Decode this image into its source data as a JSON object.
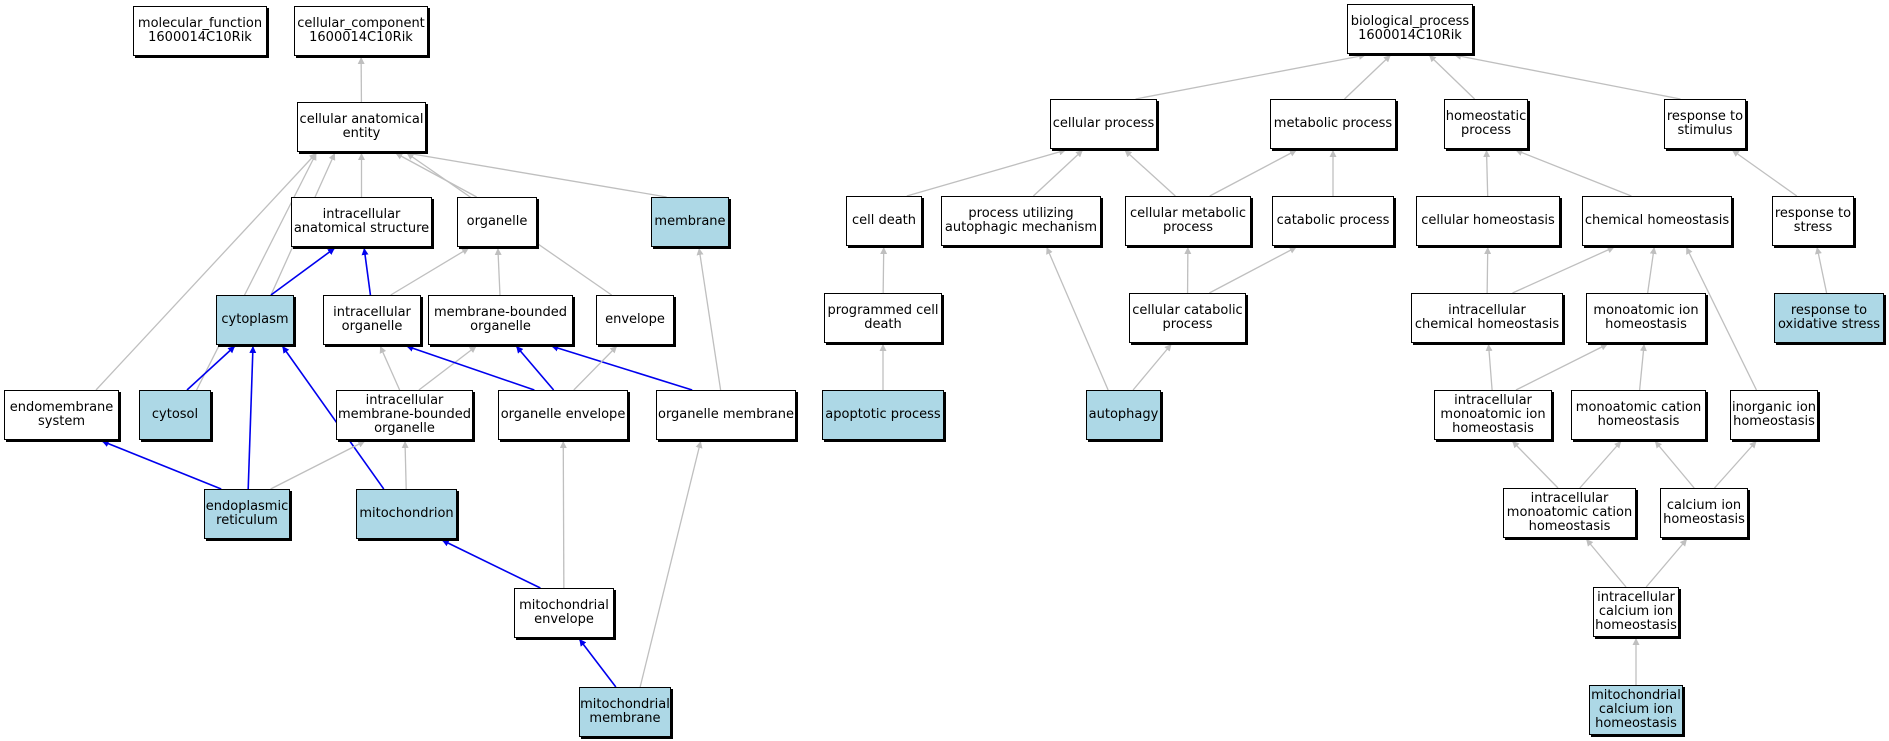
{
  "colors": {
    "highlight": "#add8e6",
    "relation": "#0000ee",
    "isa": "#bfbfbf"
  },
  "nodes": [
    {
      "id": "molecular_function",
      "lines": [
        "molecular_function",
        "1600014C10Rik"
      ],
      "hl": false
    },
    {
      "id": "cellular_component",
      "lines": [
        "cellular_component",
        "1600014C10Rik"
      ],
      "hl": false
    },
    {
      "id": "cellular_anatomical_entity",
      "lines": [
        "cellular anatomical",
        "entity"
      ],
      "hl": false
    },
    {
      "id": "intracellular_anatomical_structure",
      "lines": [
        "intracellular",
        "anatomical structure"
      ],
      "hl": false
    },
    {
      "id": "organelle",
      "lines": [
        "organelle"
      ],
      "hl": false
    },
    {
      "id": "membrane",
      "lines": [
        "membrane"
      ],
      "hl": true
    },
    {
      "id": "cytoplasm",
      "lines": [
        "cytoplasm"
      ],
      "hl": true
    },
    {
      "id": "intracellular_organelle",
      "lines": [
        "intracellular",
        "organelle"
      ],
      "hl": false
    },
    {
      "id": "membrane_bounded_organelle",
      "lines": [
        "membrane-bounded",
        "organelle"
      ],
      "hl": false
    },
    {
      "id": "envelope",
      "lines": [
        "envelope"
      ],
      "hl": false
    },
    {
      "id": "endomembrane_system",
      "lines": [
        "endomembrane",
        "system"
      ],
      "hl": false
    },
    {
      "id": "cytosol",
      "lines": [
        "cytosol"
      ],
      "hl": true
    },
    {
      "id": "intracellular_mb_organelle",
      "lines": [
        "intracellular",
        "membrane-bounded",
        "organelle"
      ],
      "hl": false
    },
    {
      "id": "organelle_envelope",
      "lines": [
        "organelle envelope"
      ],
      "hl": false
    },
    {
      "id": "organelle_membrane",
      "lines": [
        "organelle membrane"
      ],
      "hl": false
    },
    {
      "id": "endoplasmic_reticulum",
      "lines": [
        "endoplasmic",
        "reticulum"
      ],
      "hl": true
    },
    {
      "id": "mitochondrion",
      "lines": [
        "mitochondrion"
      ],
      "hl": true
    },
    {
      "id": "mitochondrial_envelope",
      "lines": [
        "mitochondrial",
        "envelope"
      ],
      "hl": false
    },
    {
      "id": "mitochondrial_membrane",
      "lines": [
        "mitochondrial",
        "membrane"
      ],
      "hl": true
    },
    {
      "id": "biological_process",
      "lines": [
        "biological_process",
        "1600014C10Rik"
      ],
      "hl": false
    },
    {
      "id": "cellular_process",
      "lines": [
        "cellular process"
      ],
      "hl": false
    },
    {
      "id": "metabolic_process",
      "lines": [
        "metabolic process"
      ],
      "hl": false
    },
    {
      "id": "homeostatic_process",
      "lines": [
        "homeostatic",
        "process"
      ],
      "hl": false
    },
    {
      "id": "response_to_stimulus",
      "lines": [
        "response to",
        "stimulus"
      ],
      "hl": false
    },
    {
      "id": "cell_death",
      "lines": [
        "cell death"
      ],
      "hl": false
    },
    {
      "id": "process_utilizing_autophagic",
      "lines": [
        "process utilizing",
        "autophagic mechanism"
      ],
      "hl": false
    },
    {
      "id": "cellular_metabolic_process",
      "lines": [
        "cellular metabolic",
        "process"
      ],
      "hl": false
    },
    {
      "id": "catabolic_process",
      "lines": [
        "catabolic process"
      ],
      "hl": false
    },
    {
      "id": "cellular_homeostasis",
      "lines": [
        "cellular homeostasis"
      ],
      "hl": false
    },
    {
      "id": "chemical_homeostasis",
      "lines": [
        "chemical homeostasis"
      ],
      "hl": false
    },
    {
      "id": "response_to_stress",
      "lines": [
        "response to",
        "stress"
      ],
      "hl": false
    },
    {
      "id": "programmed_cell_death",
      "lines": [
        "programmed cell",
        "death"
      ],
      "hl": false
    },
    {
      "id": "cellular_catabolic_process",
      "lines": [
        "cellular catabolic",
        "process"
      ],
      "hl": false
    },
    {
      "id": "intracellular_chemical_homeostasis",
      "lines": [
        "intracellular",
        "chemical homeostasis"
      ],
      "hl": false
    },
    {
      "id": "monoatomic_ion_homeostasis",
      "lines": [
        "monoatomic ion",
        "homeostasis"
      ],
      "hl": false
    },
    {
      "id": "response_to_oxidative_stress",
      "lines": [
        "response to",
        "oxidative stress"
      ],
      "hl": true
    },
    {
      "id": "apoptotic_process",
      "lines": [
        "apoptotic process"
      ],
      "hl": true
    },
    {
      "id": "autophagy",
      "lines": [
        "autophagy"
      ],
      "hl": true
    },
    {
      "id": "intracellular_monoatomic_ion_homeostasis",
      "lines": [
        "intracellular",
        "monoatomic ion",
        "homeostasis"
      ],
      "hl": false
    },
    {
      "id": "monoatomic_cation_homeostasis",
      "lines": [
        "monoatomic cation",
        "homeostasis"
      ],
      "hl": false
    },
    {
      "id": "inorganic_ion_homeostasis",
      "lines": [
        "inorganic ion",
        "homeostasis"
      ],
      "hl": false
    },
    {
      "id": "intracellular_monoatomic_cation_homeostasis",
      "lines": [
        "intracellular",
        "monoatomic cation",
        "homeostasis"
      ],
      "hl": false
    },
    {
      "id": "calcium_ion_homeostasis",
      "lines": [
        "calcium ion",
        "homeostasis"
      ],
      "hl": false
    },
    {
      "id": "intracellular_calcium_ion_homeostasis",
      "lines": [
        "intracellular",
        "calcium ion",
        "homeostasis"
      ],
      "hl": false
    },
    {
      "id": "mitochondrial_calcium_ion_homeostasis",
      "lines": [
        "mitochondrial",
        "calcium ion",
        "homeostasis"
      ],
      "hl": true
    }
  ],
  "edges": [
    {
      "from": "cellular_anatomical_entity",
      "to": "cellular_component",
      "type": "isa"
    },
    {
      "from": "intracellular_anatomical_structure",
      "to": "cellular_anatomical_entity",
      "type": "isa"
    },
    {
      "from": "organelle",
      "to": "cellular_anatomical_entity",
      "type": "isa"
    },
    {
      "from": "membrane",
      "to": "cellular_anatomical_entity",
      "type": "isa"
    },
    {
      "from": "cytoplasm",
      "to": "cellular_anatomical_entity",
      "type": "isa"
    },
    {
      "from": "envelope",
      "to": "cellular_anatomical_entity",
      "type": "isa"
    },
    {
      "from": "endomembrane_system",
      "to": "cellular_anatomical_entity",
      "type": "isa"
    },
    {
      "from": "cytosol",
      "to": "cellular_anatomical_entity",
      "type": "isa"
    },
    {
      "from": "cytoplasm",
      "to": "intracellular_anatomical_structure",
      "type": "rel"
    },
    {
      "from": "intracellular_organelle",
      "to": "intracellular_anatomical_structure",
      "type": "rel"
    },
    {
      "from": "intracellular_organelle",
      "to": "organelle",
      "type": "isa"
    },
    {
      "from": "membrane_bounded_organelle",
      "to": "organelle",
      "type": "isa"
    },
    {
      "from": "cytosol",
      "to": "cytoplasm",
      "type": "rel"
    },
    {
      "from": "endoplasmic_reticulum",
      "to": "cytoplasm",
      "type": "rel"
    },
    {
      "from": "mitochondrion",
      "to": "cytoplasm",
      "type": "rel"
    },
    {
      "from": "endoplasmic_reticulum",
      "to": "endomembrane_system",
      "type": "rel"
    },
    {
      "from": "intracellular_mb_organelle",
      "to": "intracellular_organelle",
      "type": "isa"
    },
    {
      "from": "intracellular_mb_organelle",
      "to": "membrane_bounded_organelle",
      "type": "isa"
    },
    {
      "from": "organelle_envelope",
      "to": "intracellular_organelle",
      "type": "rel"
    },
    {
      "from": "organelle_envelope",
      "to": "membrane_bounded_organelle",
      "type": "rel"
    },
    {
      "from": "organelle_membrane",
      "to": "membrane_bounded_organelle",
      "type": "rel"
    },
    {
      "from": "organelle_envelope",
      "to": "envelope",
      "type": "isa"
    },
    {
      "from": "organelle_membrane",
      "to": "membrane",
      "type": "isa"
    },
    {
      "from": "endoplasmic_reticulum",
      "to": "intracellular_mb_organelle",
      "type": "isa"
    },
    {
      "from": "mitochondrion",
      "to": "intracellular_mb_organelle",
      "type": "isa"
    },
    {
      "from": "mitochondrial_envelope",
      "to": "mitochondrion",
      "type": "rel"
    },
    {
      "from": "mitochondrial_envelope",
      "to": "organelle_envelope",
      "type": "isa"
    },
    {
      "from": "mitochondrial_membrane",
      "to": "mitochondrial_envelope",
      "type": "rel"
    },
    {
      "from": "mitochondrial_membrane",
      "to": "organelle_membrane",
      "type": "isa"
    },
    {
      "from": "cellular_process",
      "to": "biological_process",
      "type": "isa"
    },
    {
      "from": "metabolic_process",
      "to": "biological_process",
      "type": "isa"
    },
    {
      "from": "homeostatic_process",
      "to": "biological_process",
      "type": "isa"
    },
    {
      "from": "response_to_stimulus",
      "to": "biological_process",
      "type": "isa"
    },
    {
      "from": "cell_death",
      "to": "cellular_process",
      "type": "isa"
    },
    {
      "from": "process_utilizing_autophagic",
      "to": "cellular_process",
      "type": "isa"
    },
    {
      "from": "cellular_metabolic_process",
      "to": "cellular_process",
      "type": "isa"
    },
    {
      "from": "cellular_metabolic_process",
      "to": "metabolic_process",
      "type": "isa"
    },
    {
      "from": "catabolic_process",
      "to": "metabolic_process",
      "type": "isa"
    },
    {
      "from": "cellular_homeostasis",
      "to": "homeostatic_process",
      "type": "isa"
    },
    {
      "from": "chemical_homeostasis",
      "to": "homeostatic_process",
      "type": "isa"
    },
    {
      "from": "response_to_stress",
      "to": "response_to_stimulus",
      "type": "isa"
    },
    {
      "from": "programmed_cell_death",
      "to": "cell_death",
      "type": "isa"
    },
    {
      "from": "cellular_catabolic_process",
      "to": "cellular_metabolic_process",
      "type": "isa"
    },
    {
      "from": "cellular_catabolic_process",
      "to": "catabolic_process",
      "type": "isa"
    },
    {
      "from": "intracellular_chemical_homeostasis",
      "to": "cellular_homeostasis",
      "type": "isa"
    },
    {
      "from": "intracellular_chemical_homeostasis",
      "to": "chemical_homeostasis",
      "type": "isa"
    },
    {
      "from": "monoatomic_ion_homeostasis",
      "to": "chemical_homeostasis",
      "type": "isa"
    },
    {
      "from": "inorganic_ion_homeostasis",
      "to": "chemical_homeostasis",
      "type": "isa"
    },
    {
      "from": "response_to_oxidative_stress",
      "to": "response_to_stress",
      "type": "isa"
    },
    {
      "from": "apoptotic_process",
      "to": "programmed_cell_death",
      "type": "isa"
    },
    {
      "from": "autophagy",
      "to": "process_utilizing_autophagic",
      "type": "isa"
    },
    {
      "from": "autophagy",
      "to": "cellular_catabolic_process",
      "type": "isa"
    },
    {
      "from": "intracellular_monoatomic_ion_homeostasis",
      "to": "intracellular_chemical_homeostasis",
      "type": "isa"
    },
    {
      "from": "intracellular_monoatomic_ion_homeostasis",
      "to": "monoatomic_ion_homeostasis",
      "type": "isa"
    },
    {
      "from": "monoatomic_cation_homeostasis",
      "to": "monoatomic_ion_homeostasis",
      "type": "isa"
    },
    {
      "from": "intracellular_monoatomic_cation_homeostasis",
      "to": "intracellular_monoatomic_ion_homeostasis",
      "type": "isa"
    },
    {
      "from": "intracellular_monoatomic_cation_homeostasis",
      "to": "monoatomic_cation_homeostasis",
      "type": "isa"
    },
    {
      "from": "calcium_ion_homeostasis",
      "to": "monoatomic_cation_homeostasis",
      "type": "isa"
    },
    {
      "from": "calcium_ion_homeostasis",
      "to": "inorganic_ion_homeostasis",
      "type": "isa"
    },
    {
      "from": "intracellular_calcium_ion_homeostasis",
      "to": "intracellular_monoatomic_cation_homeostasis",
      "type": "isa"
    },
    {
      "from": "intracellular_calcium_ion_homeostasis",
      "to": "calcium_ion_homeostasis",
      "type": "isa"
    },
    {
      "from": "mitochondrial_calcium_ion_homeostasis",
      "to": "intracellular_calcium_ion_homeostasis",
      "type": "isa"
    }
  ]
}
